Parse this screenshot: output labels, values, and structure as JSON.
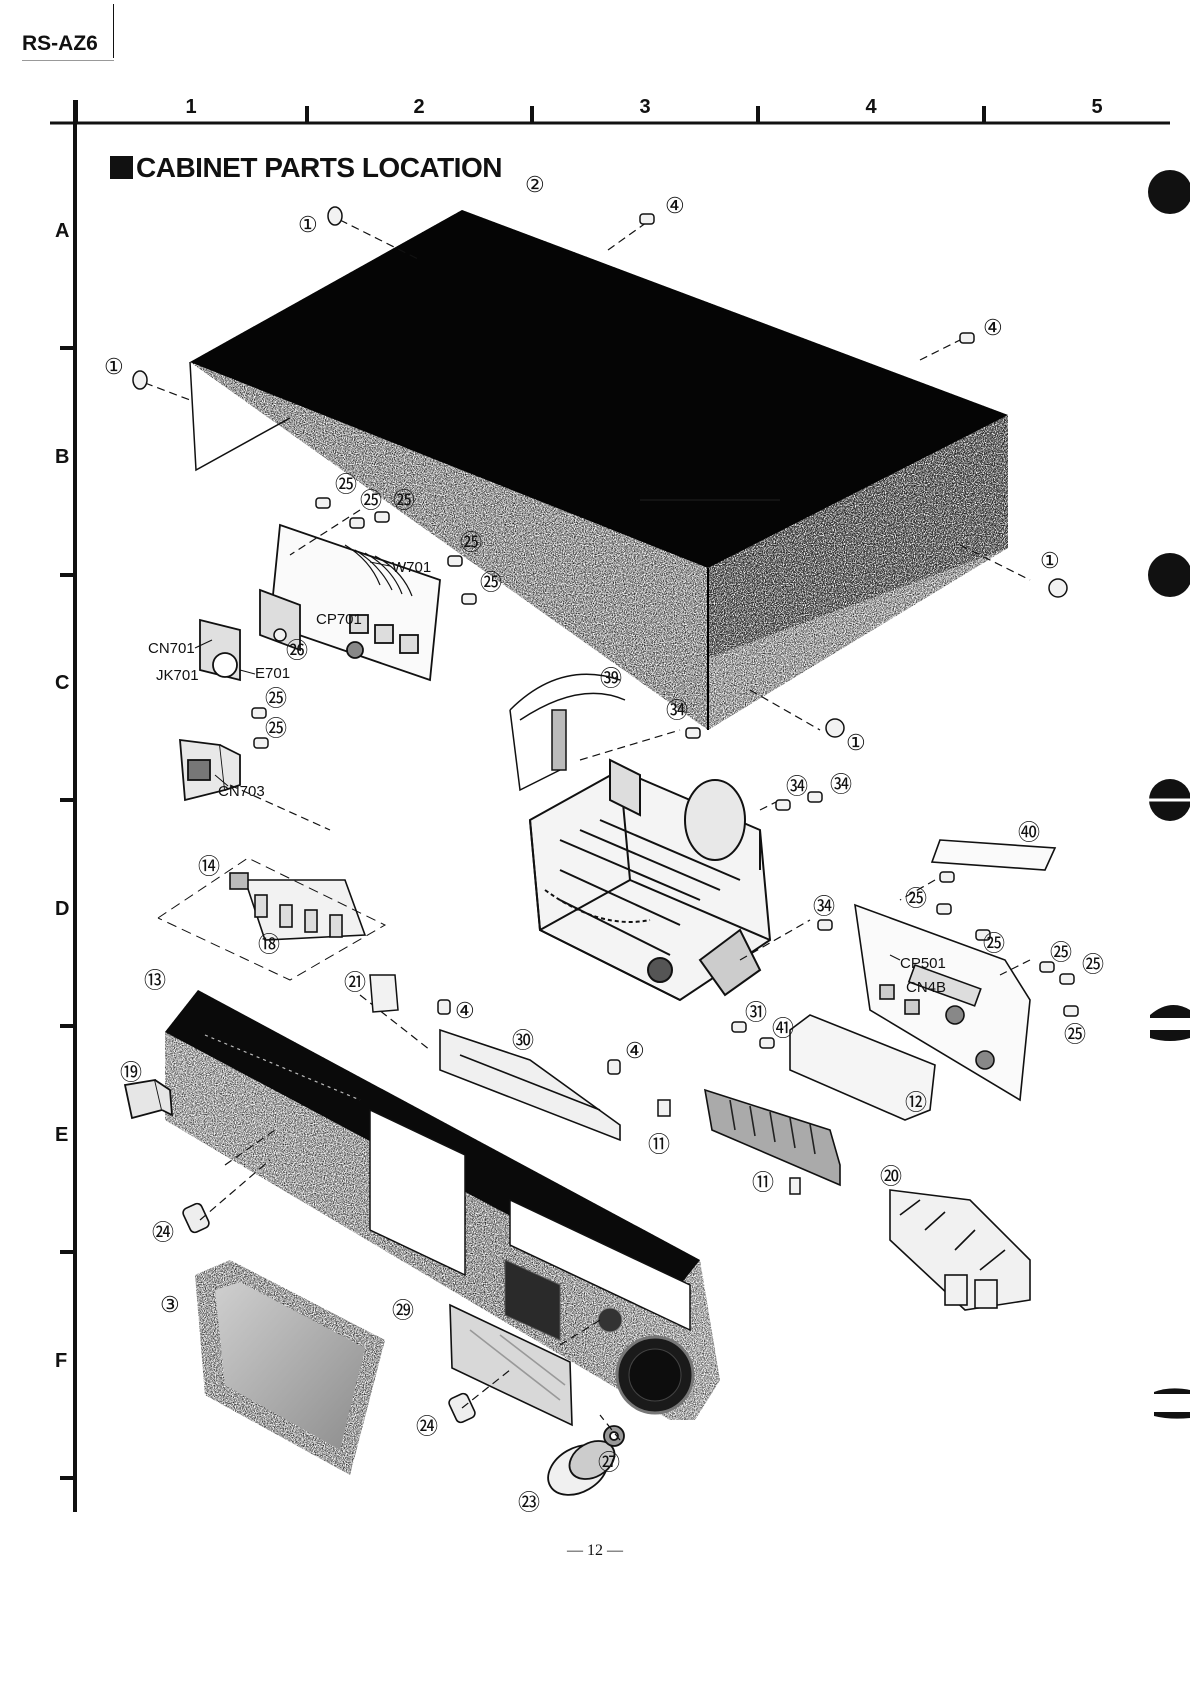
{
  "header": {
    "model": "RS-AZ6"
  },
  "title": "CABINET PARTS LOCATION",
  "grid": {
    "columns": [
      "1",
      "2",
      "3",
      "4",
      "5"
    ],
    "rows": [
      "A",
      "B",
      "C",
      "D",
      "E",
      "F"
    ]
  },
  "callouts": [
    {
      "label": "①"
    },
    {
      "label": "①"
    },
    {
      "label": "①"
    },
    {
      "label": "①"
    },
    {
      "label": "②"
    },
    {
      "label": "③"
    },
    {
      "label": "④"
    },
    {
      "label": "④"
    },
    {
      "label": "④"
    },
    {
      "label": "④"
    },
    {
      "label": "⑪"
    },
    {
      "label": "⑪"
    },
    {
      "label": "⑫"
    },
    {
      "label": "⑬"
    },
    {
      "label": "⑭"
    },
    {
      "label": "⑱"
    },
    {
      "label": "⑲"
    },
    {
      "label": "⑳"
    },
    {
      "label": "㉑"
    },
    {
      "label": "㉓"
    },
    {
      "label": "㉔"
    },
    {
      "label": "㉔"
    },
    {
      "label": "㉕"
    },
    {
      "label": "㉕"
    },
    {
      "label": "㉕"
    },
    {
      "label": "㉕"
    },
    {
      "label": "㉕"
    },
    {
      "label": "㉕"
    },
    {
      "label": "㉕"
    },
    {
      "label": "㉕"
    },
    {
      "label": "㉕"
    },
    {
      "label": "㉕"
    },
    {
      "label": "㉕"
    },
    {
      "label": "㉕"
    },
    {
      "label": "㉖"
    },
    {
      "label": "㉗"
    },
    {
      "label": "㉙"
    },
    {
      "label": "㉚"
    },
    {
      "label": "㉛"
    },
    {
      "label": "㉞"
    },
    {
      "label": "㉞"
    },
    {
      "label": "㉞"
    },
    {
      "label": "㉞"
    },
    {
      "label": "㊴"
    },
    {
      "label": "㊵"
    },
    {
      "label": "㊶"
    }
  ],
  "component_labels": [
    "W701",
    "CP701",
    "CN701",
    "JK701",
    "E701",
    "CN703",
    "CP501",
    "CN4B"
  ],
  "footer": {
    "page": "— 12 —"
  }
}
